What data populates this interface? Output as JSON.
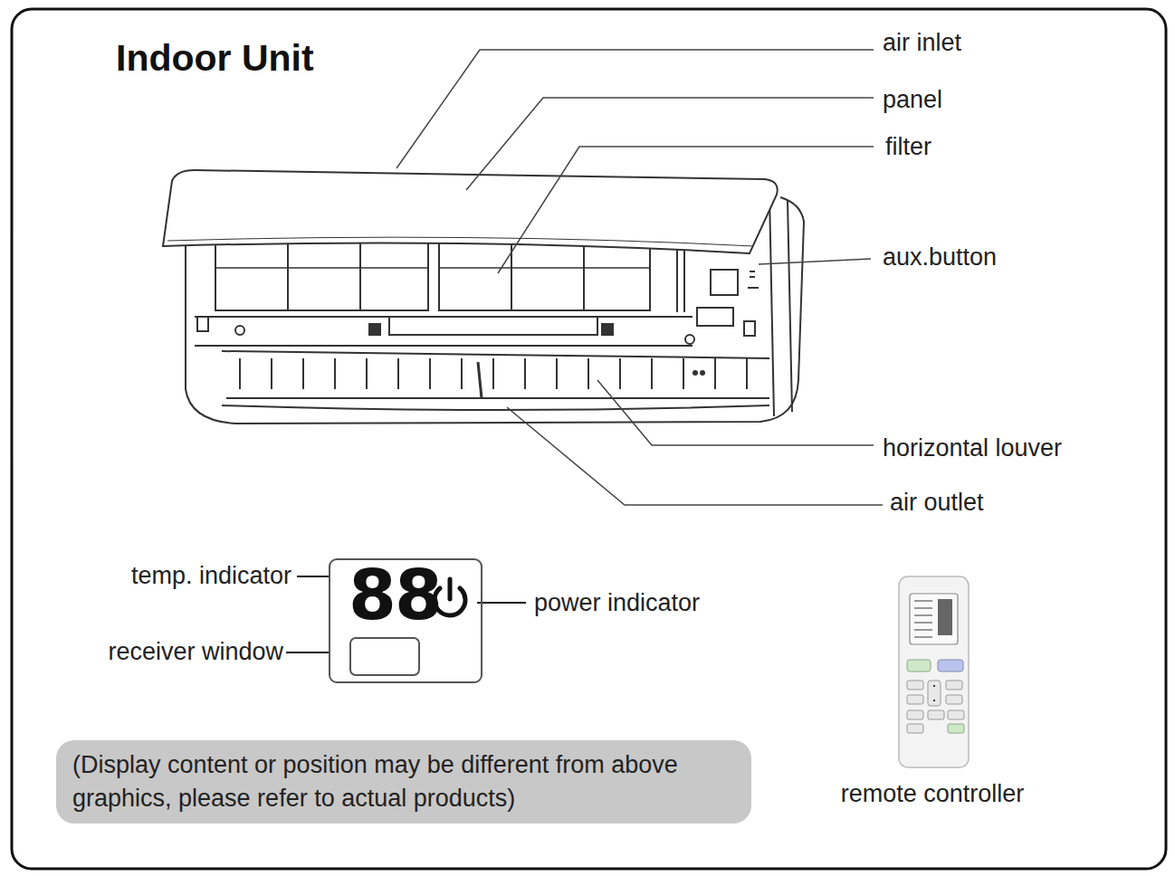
{
  "diagram": {
    "title": "Indoor Unit",
    "nodes": [
      {
        "text": [
          "88"
        ]
      },
      {
        "text": [
          "(Display content or position may be different from above graphics, please refer to actual products)"
        ]
      }
    ],
    "labels": [
      "air inlet",
      "panel",
      "filter",
      "aux.button",
      "horizontal louver",
      "air outlet",
      "temp. indicator",
      "power indicator",
      "receiver window",
      "remote controller"
    ]
  }
}
